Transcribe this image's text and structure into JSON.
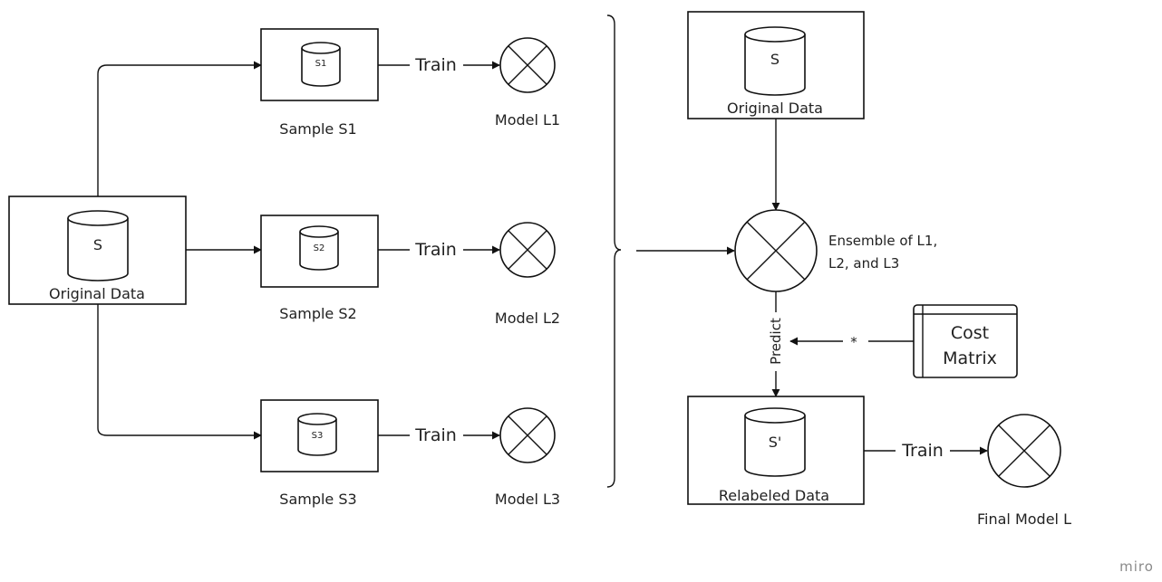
{
  "diagram": {
    "left_source": {
      "cylinder_label": "S",
      "caption": "Original Data"
    },
    "samples": [
      {
        "cylinder_label": "S1",
        "caption": "Sample S1",
        "edge_label": "Train",
        "model_label": "Model L1"
      },
      {
        "cylinder_label": "S2",
        "caption": "Sample S2",
        "edge_label": "Train",
        "model_label": "Model L2"
      },
      {
        "cylinder_label": "S3",
        "caption": "Sample S3",
        "edge_label": "Train",
        "model_label": "Model L3"
      }
    ],
    "right_source": {
      "cylinder_label": "S",
      "caption": "Original Data"
    },
    "ensemble": {
      "line1": "Ensemble of L1,",
      "line2": "L2, and L3"
    },
    "predict_label": "Predict",
    "cost_matrix": {
      "line1": "Cost",
      "line2": "Matrix",
      "edge_label": "*"
    },
    "relabeled": {
      "cylinder_label": "S'",
      "caption": "Relabeled Data"
    },
    "final": {
      "edge_label": "Train",
      "model_label": "Final Model L"
    }
  },
  "watermark": "miro"
}
